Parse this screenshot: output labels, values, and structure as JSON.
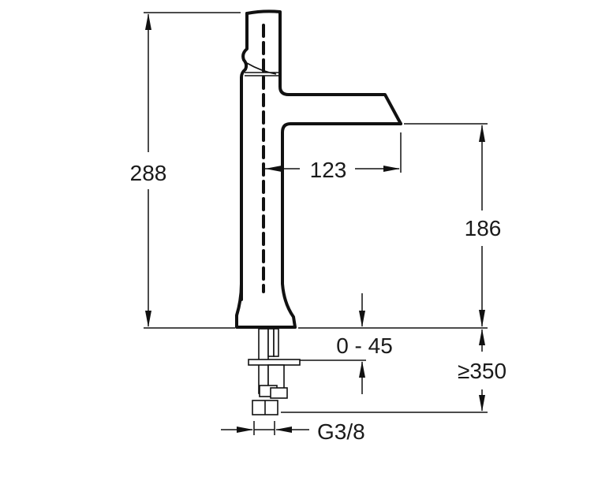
{
  "drawing": {
    "title": "Basin mixer tap technical dimension drawing",
    "units": "mm",
    "colors": {
      "line": "#111111",
      "text": "#1a1a1a",
      "background": "#ffffff"
    },
    "dimensions": {
      "total_height": {
        "label": "288",
        "value": 288,
        "orientation": "vertical"
      },
      "spout_reach": {
        "label": "123",
        "value": 123,
        "orientation": "horizontal"
      },
      "spout_height": {
        "label": "186",
        "value": 186,
        "orientation": "vertical"
      },
      "deck_thickness": {
        "label": "0 - 45",
        "min": 0,
        "max": 45,
        "orientation": "vertical"
      },
      "supply_length": {
        "label": "≥350",
        "value": 350,
        "qualifier": "min",
        "orientation": "vertical"
      },
      "connection_thread": {
        "label": "G3/8",
        "orientation": "horizontal"
      }
    }
  }
}
